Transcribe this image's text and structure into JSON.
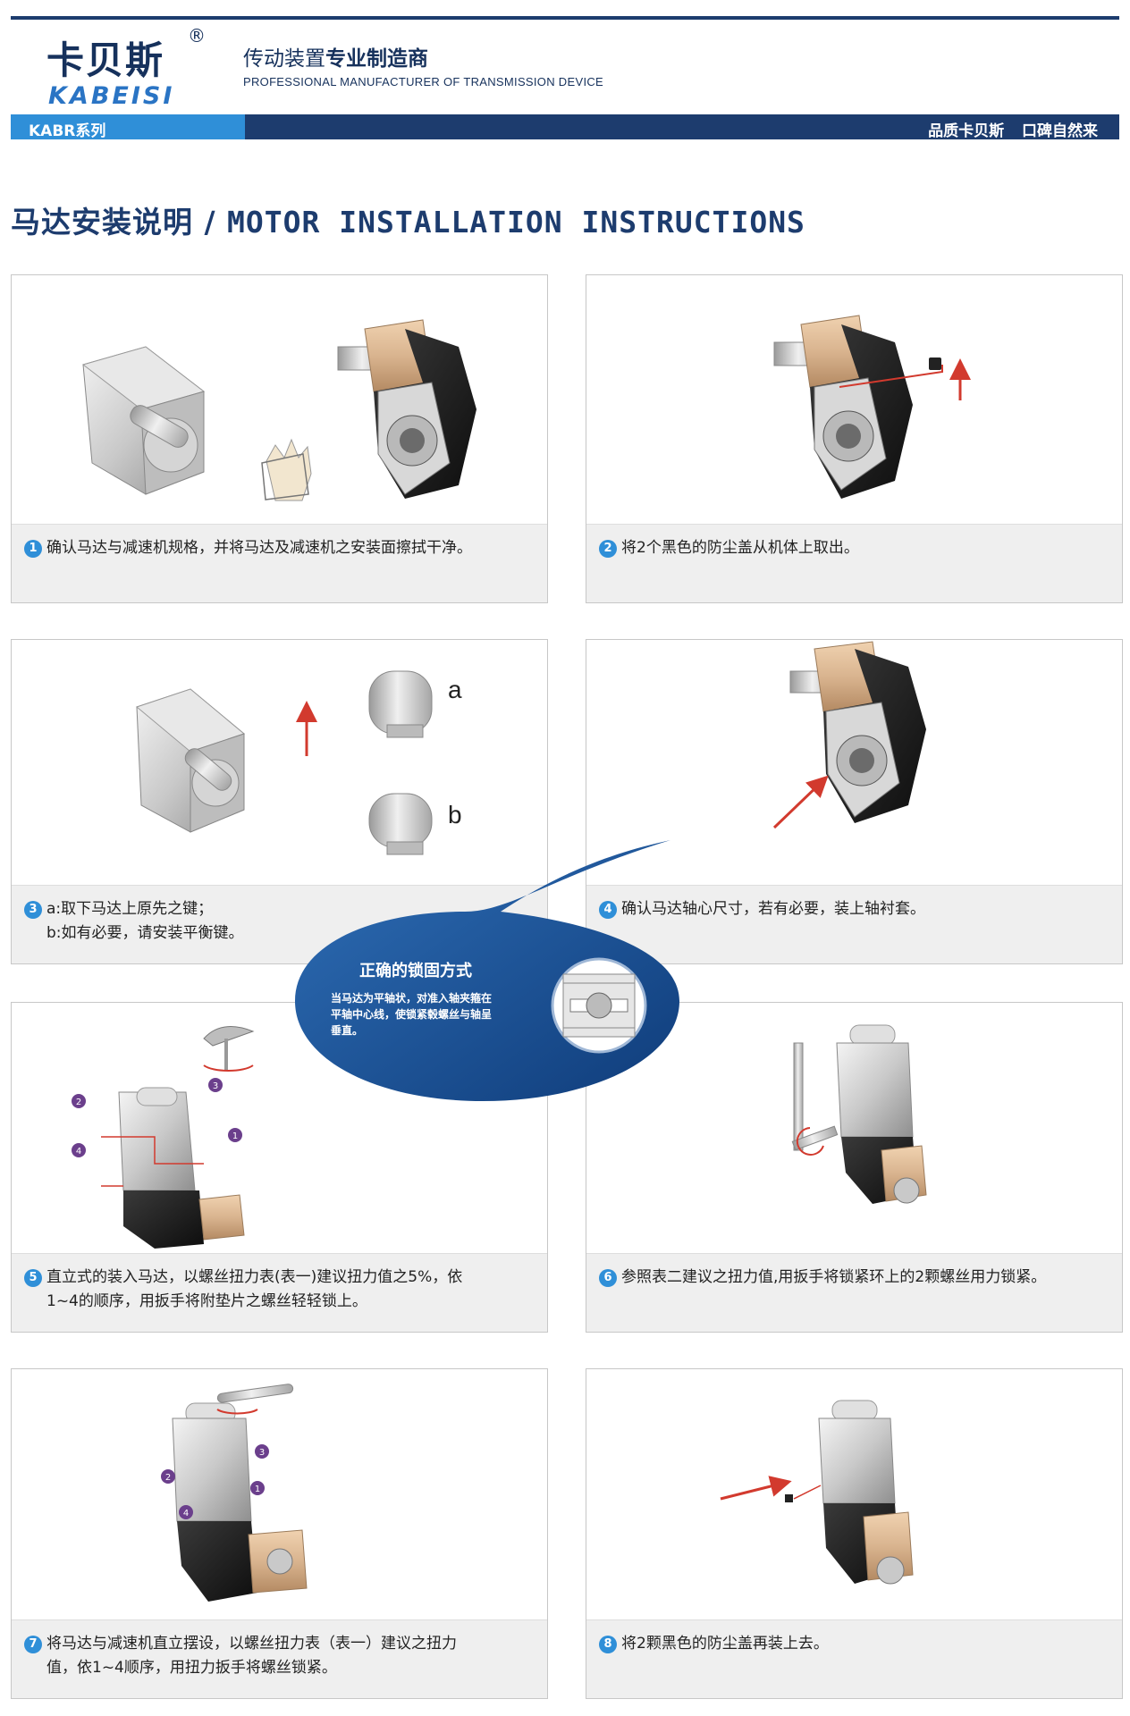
{
  "header": {
    "brand_cn": "卡贝斯",
    "brand_reg": "®",
    "brand_en": "KABEISI",
    "tagline_cn_plain": "传动装置",
    "tagline_cn_bold": "专业制造商",
    "tagline_en": "PROFESSIONAL MANUFACTURER OF TRANSMISSION DEVICE",
    "series": "KABR系列",
    "slogan": "品质卡贝斯 口碑自然来",
    "colors": {
      "navy": "#1d3c6e",
      "blue": "#2f8fd8",
      "bronze": "#d9b48f"
    }
  },
  "section_title": {
    "cn": "马达安装说明",
    "separator": " / ",
    "en": "MOTOR INSTALLATION INSTRUCTIONS"
  },
  "steps": [
    {
      "num": "1",
      "text": "确认马达与减速机规格，并将马达及减速机之安装面擦拭干净。"
    },
    {
      "num": "2",
      "text": "将2个黑色的防尘盖从机体上取出。"
    },
    {
      "num": "3",
      "line1": "a:取下马达上原先之键；",
      "line2": "b:如有必要，请安装平衡键。",
      "labels": [
        "a",
        "b"
      ]
    },
    {
      "num": "4",
      "text": "确认马达轴心尺寸，若有必要，装上轴衬套。"
    },
    {
      "num": "5",
      "line1": "直立式的装入马达，以螺丝扭力表(表一)建议扭力值之5%，依",
      "line2": "1~4的顺序，用扳手将附垫片之螺丝轻轻锁上。",
      "markers": [
        "1",
        "2",
        "3",
        "4"
      ]
    },
    {
      "num": "6",
      "text": "参照表二建议之扭力值,用扳手将锁紧环上的2颗螺丝用力锁紧。"
    },
    {
      "num": "7",
      "line1": "将马达与减速机直立摆设，以螺丝扭力表（表一）建议之扭力",
      "line2": "值，依1~4顺序，用扭力扳手将螺丝锁紧。",
      "markers": [
        "1",
        "2",
        "3",
        "4"
      ]
    },
    {
      "num": "8",
      "text": "将2颗黑色的防尘盖再装上去。"
    }
  ],
  "callout": {
    "title": "正确的锁固方式",
    "body": "当马达为平轴状，对准入轴夹箍在平轴中心线，使锁紧毂螺丝与轴呈垂直。"
  }
}
